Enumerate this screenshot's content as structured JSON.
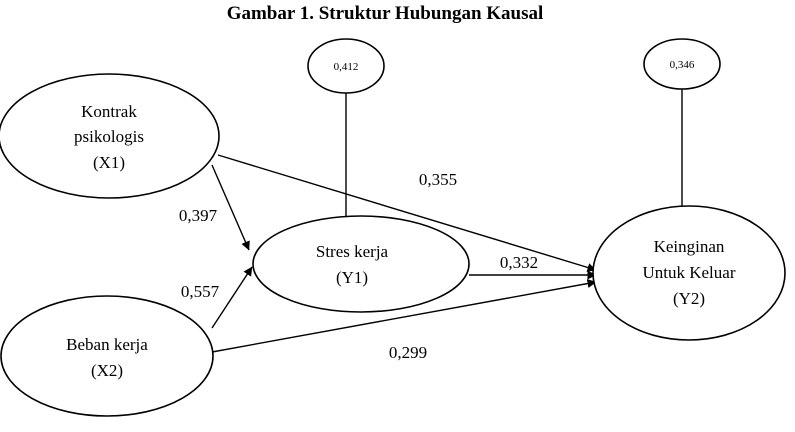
{
  "title": "Gambar 1. Struktur Hubungan Kausal",
  "nodes": {
    "x1": {
      "lines": [
        "Kontrak",
        "psikologis",
        "(X1)"
      ]
    },
    "x2": {
      "lines": [
        "Beban kerja",
        "(X2)"
      ]
    },
    "y1": {
      "lines": [
        "Stres kerja",
        "(Y1)"
      ]
    },
    "y2": {
      "lines": [
        "Keinginan",
        "Untuk Keluar",
        "(Y2)"
      ]
    }
  },
  "errors": {
    "e1": {
      "value": "0,412",
      "target": "y1"
    },
    "e2": {
      "value": "0,346",
      "target": "y2"
    }
  },
  "paths": [
    {
      "from": "x1",
      "to": "y1",
      "coefficient": "0,397"
    },
    {
      "from": "x2",
      "to": "y1",
      "coefficient": "0,557"
    },
    {
      "from": "x1",
      "to": "y2",
      "coefficient": "0,355"
    },
    {
      "from": "y1",
      "to": "y2",
      "coefficient": "0,332"
    },
    {
      "from": "x2",
      "to": "y2",
      "coefficient": "0,299"
    }
  ]
}
